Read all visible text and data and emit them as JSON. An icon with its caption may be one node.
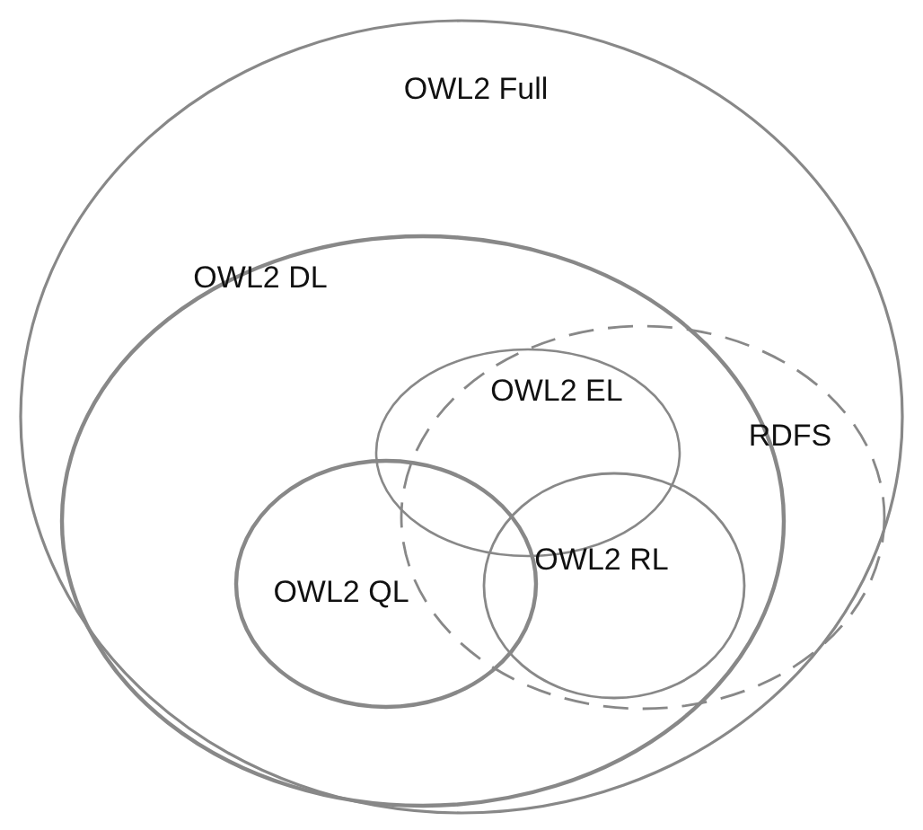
{
  "diagram": {
    "nodes": [
      {
        "text": [
          "OWL2 Full"
        ]
      },
      {
        "text": [
          "OWL2 DL"
        ],
        "in": 0
      },
      {
        "text": [
          "OWL2 EL"
        ],
        "in": 1
      },
      {
        "text": [
          "RDFS"
        ],
        "in": 0
      },
      {
        "text": [
          "OWL2 QL"
        ],
        "in": 1
      },
      {
        "text": [
          "OWL2 RL"
        ]
      }
    ],
    "edges": []
  }
}
